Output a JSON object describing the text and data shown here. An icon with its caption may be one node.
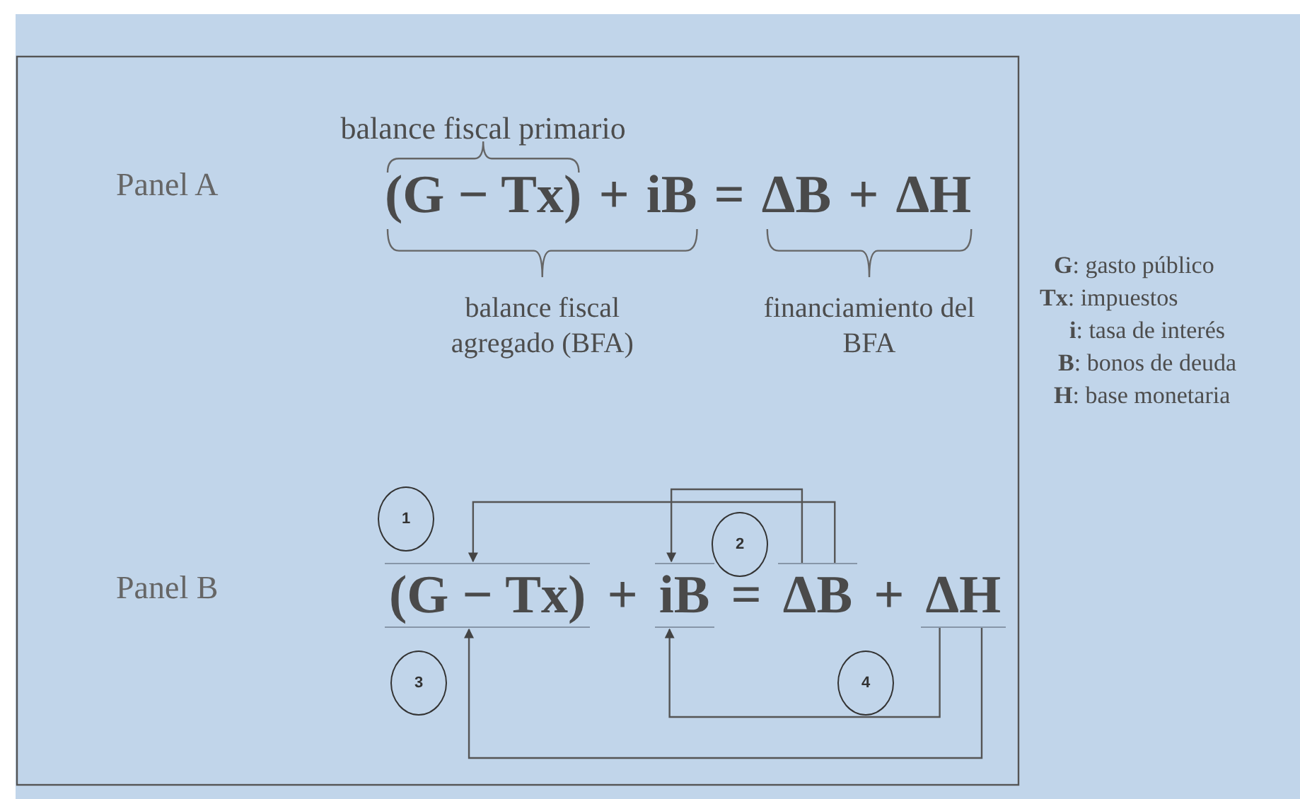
{
  "diagram": {
    "nodes": [
      {
        "text": [
          "1"
        ]
      },
      {
        "text": [
          "2"
        ]
      },
      {
        "text": [
          "(G − Tx)"
        ]
      },
      {
        "text": [
          "iB"
        ]
      },
      {
        "text": [
          "ΔB"
        ]
      },
      {
        "text": [
          "ΔH"
        ]
      },
      {
        "text": [
          "3"
        ]
      },
      {
        "text": [
          "4"
        ]
      }
    ],
    "edges": [
      {
        "from": 4,
        "to": 2,
        "arrow": "to"
      },
      {
        "from": 4,
        "to": 3,
        "arrow": "to"
      },
      {
        "from": 5,
        "to": 2,
        "arrow": "to"
      },
      {
        "from": 5,
        "to": 3,
        "arrow": "to"
      }
    ],
    "labels": [
      "balance fiscal primario",
      "Panel A",
      "(G − Tx)",
      "+",
      "iB",
      "=",
      "ΔB",
      "+",
      "ΔH",
      "balance fiscal agregado (BFA)",
      "financiamiento del BFA",
      "**G**: gasto público",
      "**Tx**: impuestos",
      "**i**: tasa de interés",
      "**B**: bonos de deuda",
      "**H**: base monetaria",
      "Panel B",
      "+",
      "=",
      "+"
    ]
  }
}
